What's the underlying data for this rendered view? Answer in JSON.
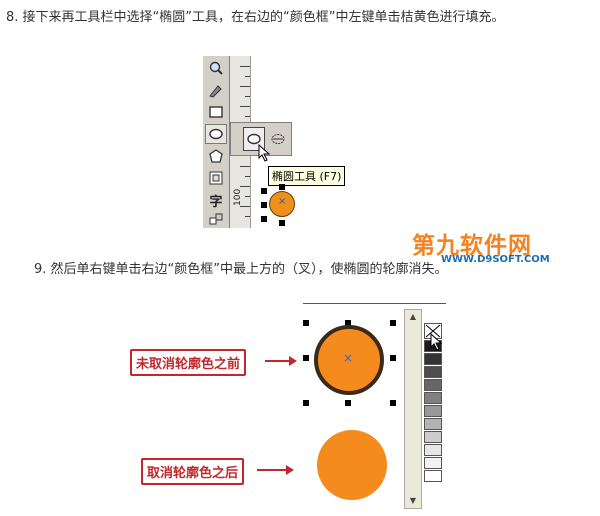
{
  "steps": {
    "step8": "8. 接下来再工具栏中选择“椭圆”工具，在右边的“颜色框”中左键单击桔黄色进行填充。",
    "step9": "9. 然后单右键单击右边“颜色框”中最上方的（叉），使椭圆的轮廓消失。"
  },
  "screenshot1": {
    "tooltip": "椭圆工具 (F7)",
    "ruler_number": "100",
    "tools": [
      "zoom-icon",
      "freehand-icon",
      "rectangle-icon",
      "ellipse-icon",
      "polygon-icon",
      "spiral-icon",
      "text-icon",
      "interactive-icon"
    ],
    "text_tool_glyph": "字",
    "fill_color": "#f0901c"
  },
  "watermark": {
    "brand": "第九软件网",
    "url": "WWW.D9SOFT.COM"
  },
  "screenshot2": {
    "callout_before": "未取消轮廓色之前",
    "callout_after": "取消轮廓色之后",
    "fill_color": "#f58a1f",
    "outline_color": "#3a2a1a",
    "swatch_colors": [
      "#1a1a1a",
      "#333333",
      "#4d4d4d",
      "#666666",
      "#808080",
      "#999999",
      "#b3b3b3",
      "#cccccc",
      "#e6e6e6",
      "#f2f2f2",
      "#ffffff"
    ]
  }
}
